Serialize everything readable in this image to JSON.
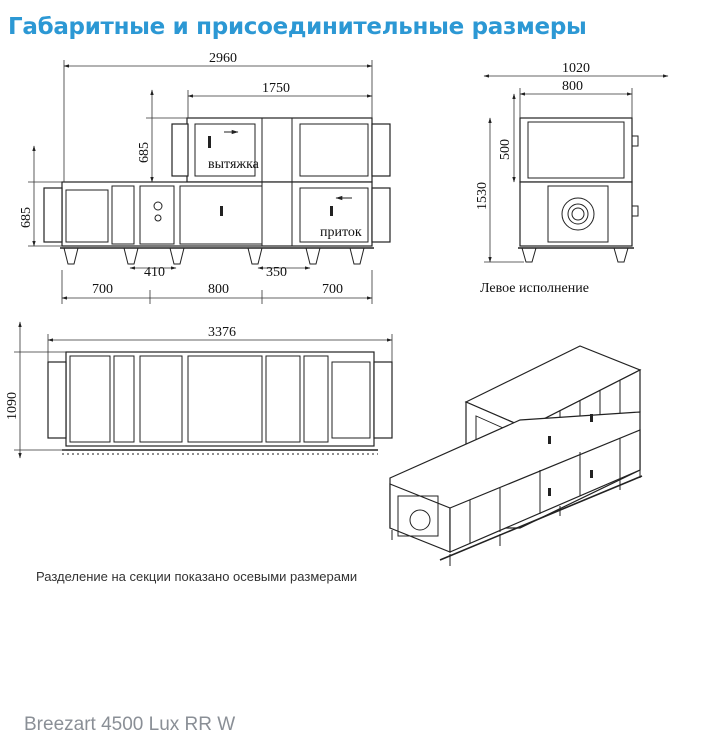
{
  "title": "Габаритные и присоединительные размеры",
  "model": "Breezart 4500 Lux RR W",
  "side_label": "Левое исполнение",
  "caption": "Разделение на секции показано осевыми размерами",
  "labels": {
    "exhaust": "вытяжка",
    "supply": "приток"
  },
  "dims": {
    "total_length_top": "2960",
    "upper_length": "1750",
    "upper_height": "685",
    "lower_height": "685",
    "seg1": "700",
    "seg2": "800",
    "seg3": "700",
    "pos1": "410",
    "pos2": "350",
    "side_width": "1020",
    "side_inner": "800",
    "side_upper": "500",
    "side_height": "1530",
    "plan_length": "3376",
    "plan_width": "1090"
  }
}
